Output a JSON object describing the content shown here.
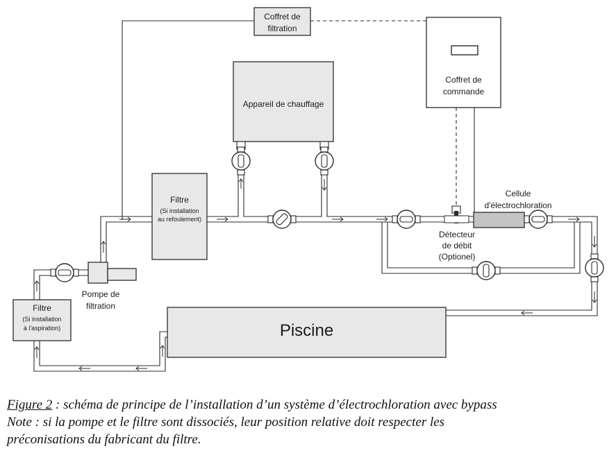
{
  "labels": {
    "coffret_filtration": [
      "Coffret de",
      "filtration"
    ],
    "coffret_commande": [
      "Coffret de",
      "commande"
    ],
    "appareil_chauffage": "Appareil de chauffage",
    "filtre_refoulement": {
      "title": "Filtre",
      "sub": [
        "(Si installation",
        "au refoulement)"
      ]
    },
    "filtre_aspiration": {
      "title": "Filtre",
      "sub": [
        "(Si installation",
        "à l'aspiration)"
      ]
    },
    "pompe": [
      "Pompe de",
      "filtration"
    ],
    "cellule": [
      "Cellule",
      "d'électrochloration"
    ],
    "detecteur": [
      "Détecteur",
      "de débit",
      "(Optionel)"
    ],
    "piscine": "Piscine"
  },
  "caption": {
    "figure_label": "Figure 2",
    "figure_text": " : schéma de principe de l’installation d’un système d’électrochloration avec bypass",
    "note_line1": "Note : si la pompe et le filtre sont dissociés, leur position relative doit respecter les",
    "note_line2": "préconisations du fabricant du filtre."
  },
  "colors": {
    "line": "#2b2b2b",
    "box_fill": "#e8e8e8",
    "text": "#1a1a1a"
  },
  "icons": [
    "valve-icon",
    "flow-arrow-icon",
    "display-icon"
  ]
}
